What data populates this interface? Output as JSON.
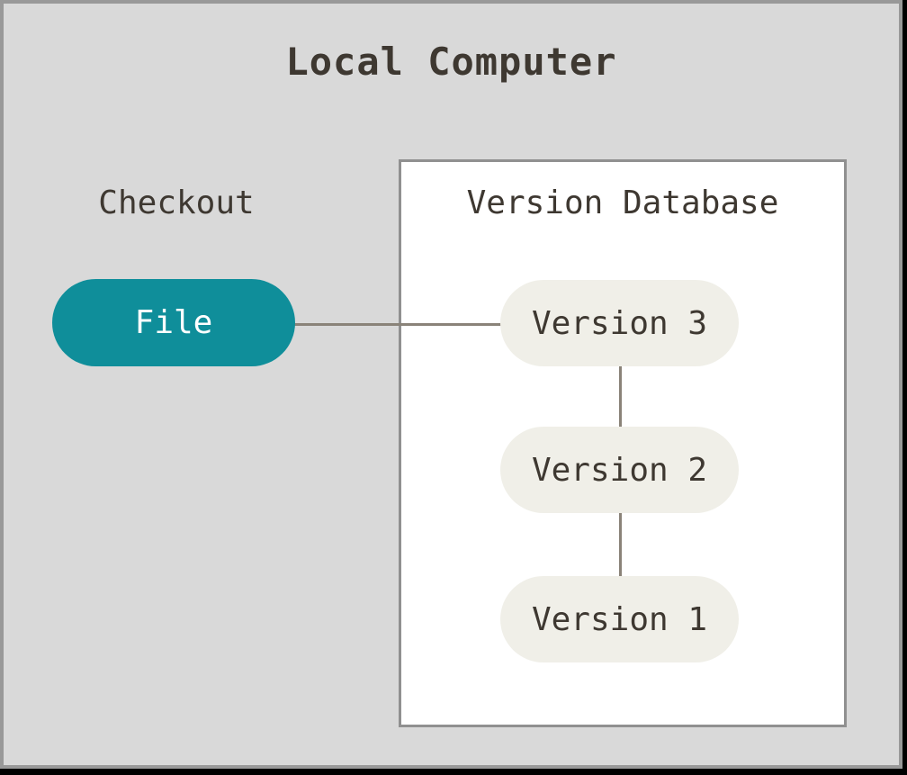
{
  "diagram": {
    "title": "Local Computer",
    "checkout_label": "Checkout",
    "file_node": "File",
    "version_database": {
      "title": "Version Database",
      "versions": [
        "Version 3",
        "Version 2",
        "Version 1"
      ]
    },
    "colors": {
      "canvas_background": "#d9d9d9",
      "window_border": "#999999",
      "shadow_edge": "#000000",
      "box_background": "#ffffff",
      "box_border": "#909090",
      "file_pill_background": "#0f8e9a",
      "file_pill_text": "#ffffff",
      "version_pill_background": "#f0efe8",
      "dark_text": "#3e3831",
      "connector": "#8a8379"
    }
  }
}
